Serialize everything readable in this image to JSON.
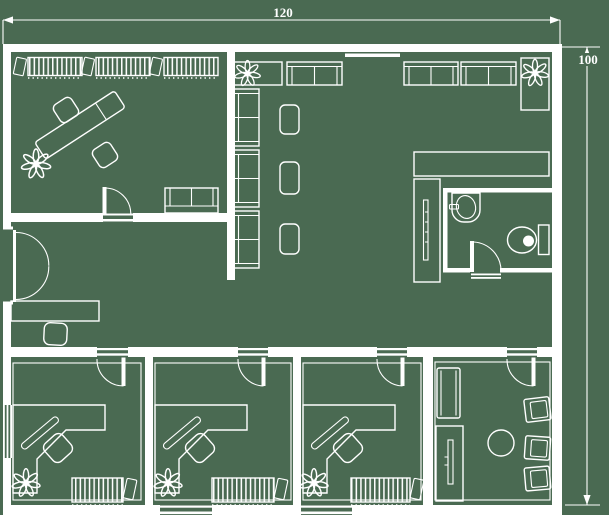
{
  "dimensions": {
    "width_label": "120",
    "height_label": "100"
  },
  "colors": {
    "background": "#4a6a52",
    "line": "#ffffff"
  },
  "furniture_glyphs": [
    "plant-icon",
    "desk",
    "office-chair",
    "visitor-chair",
    "sofa",
    "bookcase",
    "shelf-radiator",
    "radiator",
    "reception-desk",
    "counter",
    "tv-cabinet",
    "wardrobe-cabinet",
    "sink",
    "toilet",
    "round-table",
    "armchair",
    "door",
    "double-door",
    "window",
    "keyboard"
  ]
}
